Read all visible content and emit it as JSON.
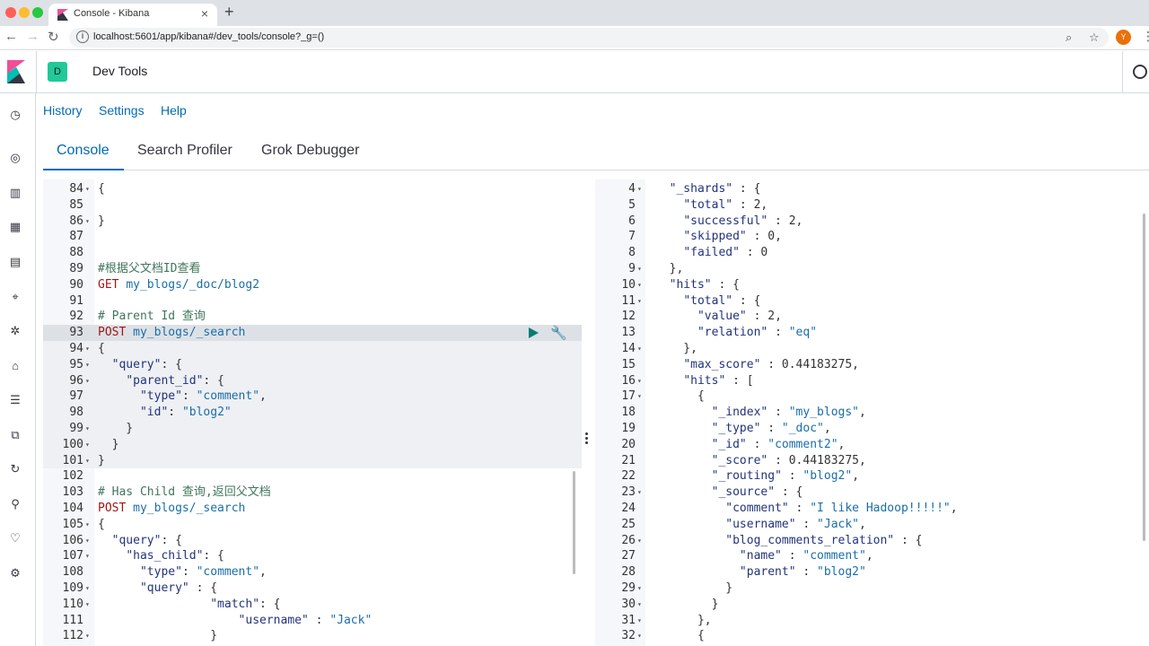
{
  "browser": {
    "tab_title": "Console - Kibana",
    "url": "localhost:5601/app/kibana#/dev_tools/console?_g=()",
    "avatar_initial": "Y"
  },
  "kibana": {
    "space_initial": "D",
    "breadcrumb": "Dev Tools"
  },
  "menu": {
    "history": "History",
    "settings": "Settings",
    "help": "Help"
  },
  "tabs": [
    {
      "label": "Console",
      "active": true
    },
    {
      "label": "Search Profiler",
      "active": false
    },
    {
      "label": "Grok Debugger",
      "active": false
    }
  ],
  "editor": {
    "lines": [
      {
        "n": "84",
        "fold": true,
        "text": "{"
      },
      {
        "n": "85",
        "fold": false,
        "text": ""
      },
      {
        "n": "86",
        "fold": true,
        "text": "}"
      },
      {
        "n": "87",
        "fold": false,
        "text": ""
      },
      {
        "n": "88",
        "fold": false,
        "text": ""
      },
      {
        "n": "89",
        "fold": false,
        "text": "#根据父文档ID查看"
      },
      {
        "n": "90",
        "fold": false,
        "text": "GET my_blogs/_doc/blog2"
      },
      {
        "n": "91",
        "fold": false,
        "text": ""
      },
      {
        "n": "92",
        "fold": false,
        "text": "# Parent Id 查询"
      },
      {
        "n": "93",
        "fold": false,
        "text": "POST my_blogs/_search"
      },
      {
        "n": "94",
        "fold": true,
        "text": "{"
      },
      {
        "n": "95",
        "fold": true,
        "text": "  \"query\": {"
      },
      {
        "n": "96",
        "fold": true,
        "text": "    \"parent_id\": {"
      },
      {
        "n": "97",
        "fold": false,
        "text": "      \"type\": \"comment\","
      },
      {
        "n": "98",
        "fold": false,
        "text": "      \"id\": \"blog2\""
      },
      {
        "n": "99",
        "fold": true,
        "text": "    }"
      },
      {
        "n": "100",
        "fold": true,
        "text": "  }"
      },
      {
        "n": "101",
        "fold": true,
        "text": "}"
      },
      {
        "n": "102",
        "fold": false,
        "text": ""
      },
      {
        "n": "103",
        "fold": false,
        "text": "# Has Child 查询,返回父文档"
      },
      {
        "n": "104",
        "fold": false,
        "text": "POST my_blogs/_search"
      },
      {
        "n": "105",
        "fold": true,
        "text": "{"
      },
      {
        "n": "106",
        "fold": true,
        "text": "  \"query\": {"
      },
      {
        "n": "107",
        "fold": true,
        "text": "    \"has_child\": {"
      },
      {
        "n": "108",
        "fold": false,
        "text": "      \"type\": \"comment\","
      },
      {
        "n": "109",
        "fold": true,
        "text": "      \"query\" : {"
      },
      {
        "n": "110",
        "fold": true,
        "text": "                \"match\": {"
      },
      {
        "n": "111",
        "fold": false,
        "text": "                    \"username\" : \"Jack\""
      },
      {
        "n": "112",
        "fold": true,
        "text": "                }"
      }
    ]
  },
  "output": {
    "lines": [
      {
        "n": "4",
        "fold": true,
        "text": "  \"_shards\" : {"
      },
      {
        "n": "5",
        "fold": false,
        "text": "    \"total\" : 2,"
      },
      {
        "n": "6",
        "fold": false,
        "text": "    \"successful\" : 2,"
      },
      {
        "n": "7",
        "fold": false,
        "text": "    \"skipped\" : 0,"
      },
      {
        "n": "8",
        "fold": false,
        "text": "    \"failed\" : 0"
      },
      {
        "n": "9",
        "fold": true,
        "text": "  },"
      },
      {
        "n": "10",
        "fold": true,
        "text": "  \"hits\" : {"
      },
      {
        "n": "11",
        "fold": true,
        "text": "    \"total\" : {"
      },
      {
        "n": "12",
        "fold": false,
        "text": "      \"value\" : 2,"
      },
      {
        "n": "13",
        "fold": false,
        "text": "      \"relation\" : \"eq\""
      },
      {
        "n": "14",
        "fold": true,
        "text": "    },"
      },
      {
        "n": "15",
        "fold": false,
        "text": "    \"max_score\" : 0.44183275,"
      },
      {
        "n": "16",
        "fold": true,
        "text": "    \"hits\" : ["
      },
      {
        "n": "17",
        "fold": true,
        "text": "      {"
      },
      {
        "n": "18",
        "fold": false,
        "text": "        \"_index\" : \"my_blogs\","
      },
      {
        "n": "19",
        "fold": false,
        "text": "        \"_type\" : \"_doc\","
      },
      {
        "n": "20",
        "fold": false,
        "text": "        \"_id\" : \"comment2\","
      },
      {
        "n": "21",
        "fold": false,
        "text": "        \"_score\" : 0.44183275,"
      },
      {
        "n": "22",
        "fold": false,
        "text": "        \"_routing\" : \"blog2\","
      },
      {
        "n": "23",
        "fold": true,
        "text": "        \"_source\" : {"
      },
      {
        "n": "24",
        "fold": false,
        "text": "          \"comment\" : \"I like Hadoop!!!!!\","
      },
      {
        "n": "25",
        "fold": false,
        "text": "          \"username\" : \"Jack\","
      },
      {
        "n": "26",
        "fold": true,
        "text": "          \"blog_comments_relation\" : {"
      },
      {
        "n": "27",
        "fold": false,
        "text": "            \"name\" : \"comment\","
      },
      {
        "n": "28",
        "fold": false,
        "text": "            \"parent\" : \"blog2\""
      },
      {
        "n": "29",
        "fold": true,
        "text": "          }"
      },
      {
        "n": "30",
        "fold": true,
        "text": "        }"
      },
      {
        "n": "31",
        "fold": true,
        "text": "      },"
      },
      {
        "n": "32",
        "fold": true,
        "text": "      {"
      }
    ]
  },
  "colors": {
    "accent": "#006bb4",
    "run": "#017d73",
    "space_badge": "#20c997"
  }
}
